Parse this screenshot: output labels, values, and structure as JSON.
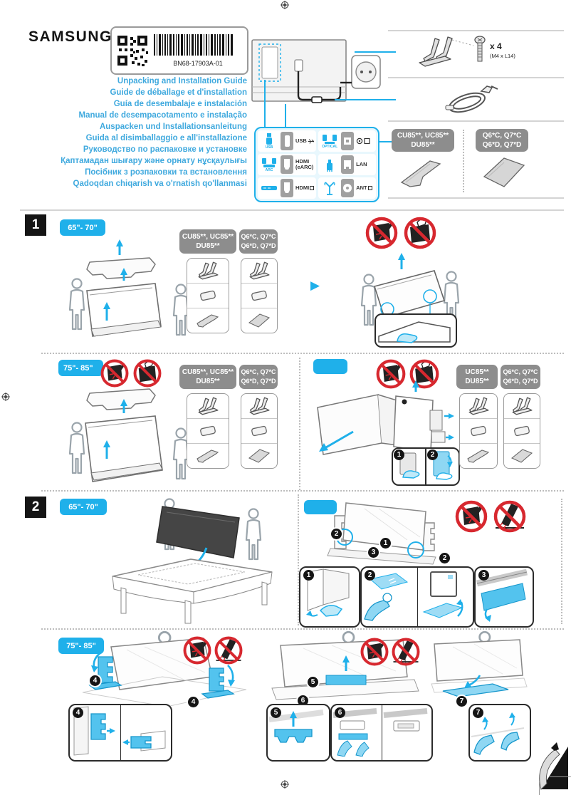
{
  "colors": {
    "accent": "#1fb0ea",
    "title_blue": "#3fa9de",
    "prohibit_red": "#d7282f",
    "badge_gray": "#8d8d8d",
    "ink": "#151515"
  },
  "header": {
    "brand": "SAMSUNG",
    "part_number": "BN68-17903A-01",
    "titles": [
      "Unpacking and Installation Guide",
      "Guide de déballage et d'installation",
      "Guía de desembalaje e instalación",
      "Manual de desempacotamento e instalação",
      "Auspacken und Installationsanleitung",
      "Guida al disimballaggio e all'installazione",
      "Руководство по распаковке и установке",
      "Қаптамадан шығару және орнату нұсқаулығы",
      "Посібник з розпаковки та встановлення",
      "Qadoqdan chiqarish va o'rnatish qo'llanmasi"
    ]
  },
  "accessories": {
    "screw_qty": "x 4",
    "screw_spec": "(M4 x L14)"
  },
  "models": {
    "group_a": {
      "line1": "CU85**, UC85**",
      "line2": "DU85**"
    },
    "group_a_short": {
      "line1": "UC85**",
      "line2": "DU85**"
    },
    "group_b": {
      "line1": "Q6*C, Q7*C",
      "line2": "Q6*D, Q7*D"
    }
  },
  "ports": {
    "usb_icon_label": "USB",
    "usb_label": "USB",
    "arc_icon_label": "ARC",
    "hdmi_earc_label": "HDMI",
    "hdmi_earc_sub": "(eARC)",
    "hdmi_label": "HDMI",
    "optical_icon_label": "OPTICAL",
    "lan_label": "LAN",
    "ant_label": "ANT"
  },
  "sections": {
    "one": {
      "number": "1",
      "row1_size": "65\"- 70\"",
      "row2_size": "75\"- 85\""
    },
    "two": {
      "number": "2",
      "row1_size": "65\"- 70\"",
      "row2_size": "75\"- 85\""
    }
  },
  "steps": {
    "s1": "1",
    "s2": "2",
    "s3": "3",
    "s4": "4",
    "s5": "5",
    "s6": "6",
    "s7": "7"
  }
}
